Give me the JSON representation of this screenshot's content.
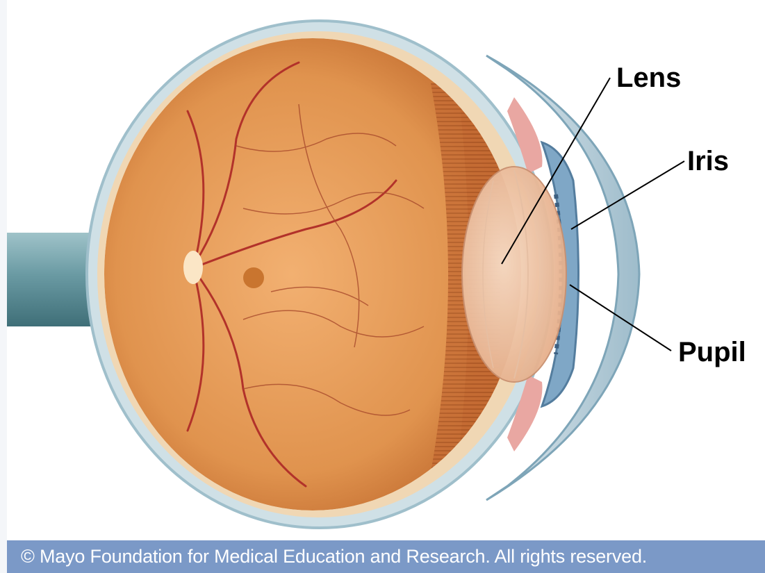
{
  "labels": {
    "lens": "Lens",
    "iris": "Iris",
    "pupil": "Pupil"
  },
  "copyright": "© Mayo Foundation for Medical Education and Research. All rights reserved.",
  "colors": {
    "background": "#ffffff",
    "sclera": "#c7dce3",
    "retina": "#e39a5a",
    "vitreous": "#d98b48",
    "ciliary": "#b8602c",
    "lens": "#efc3a0",
    "iris": "#7fa7c6",
    "cornea": "#b9d2de",
    "optic_nerve": "#5a8b96",
    "vessels": "#b2322a",
    "copyright_bar": "#7b99c7"
  }
}
